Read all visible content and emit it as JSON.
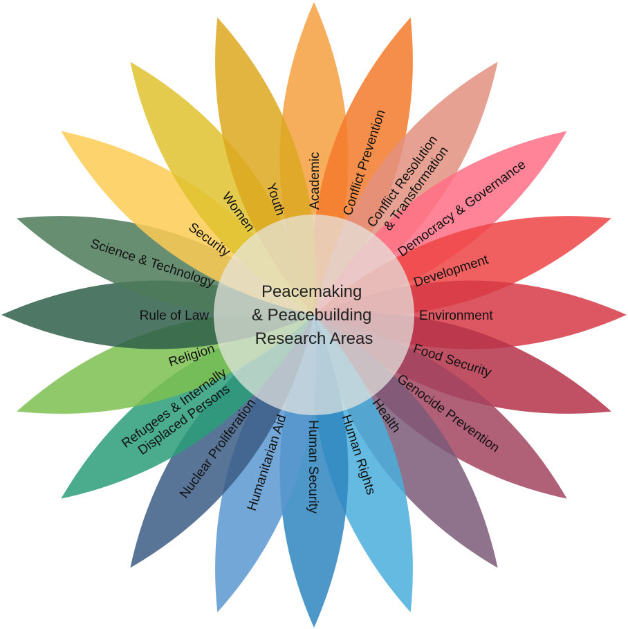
{
  "center": {
    "lines": [
      "Peacemaking",
      "& Peacebuilding",
      "Research Areas"
    ],
    "fill": "#e6e6e0"
  },
  "petals": [
    {
      "label": [
        "Academic"
      ],
      "angle": -90,
      "color": "#F5A040"
    },
    {
      "label": [
        "Conflict Prevention"
      ],
      "angle": -72,
      "color": "#F47A2C"
    },
    {
      "label": [
        "Conflict Resolution",
        "& Transformation"
      ],
      "angle": -54,
      "color": "#E3907F"
    },
    {
      "label": [
        "Democracy & Governance"
      ],
      "angle": -36,
      "color": "#FF6F85"
    },
    {
      "label": [
        "Development"
      ],
      "angle": -18,
      "color": "#EE4444"
    },
    {
      "label": [
        "Environment"
      ],
      "angle": 0,
      "color": "#D63A45"
    },
    {
      "label": [
        "Food Security"
      ],
      "angle": 18,
      "color": "#B5334A"
    },
    {
      "label": [
        "Genocide Prevention"
      ],
      "angle": 36,
      "color": "#A2445F"
    },
    {
      "label": [
        "Health"
      ],
      "angle": 54,
      "color": "#7B5B78"
    },
    {
      "label": [
        "Human Rights"
      ],
      "angle": 72,
      "color": "#4AAEDC"
    },
    {
      "label": [
        "Human Security"
      ],
      "angle": 90,
      "color": "#2E86C0"
    },
    {
      "label": [
        "Humanitarian Aid"
      ],
      "angle": 108,
      "color": "#5B98D0"
    },
    {
      "label": [
        "Nuclear Proliferation"
      ],
      "angle": 126,
      "color": "#3B5C85"
    },
    {
      "label": [
        "Refugees & Internally",
        "Displaced Persons"
      ],
      "angle": 144,
      "color": "#2A9E78"
    },
    {
      "label": [
        "Religion"
      ],
      "angle": 162,
      "color": "#7DC050"
    },
    {
      "label": [
        "Rule of Law"
      ],
      "angle": 180,
      "color": "#2F5F4A"
    },
    {
      "label": [
        "Science & Technology"
      ],
      "angle": 198,
      "color": "#4E7A58"
    },
    {
      "label": [
        "Security"
      ],
      "angle": 216,
      "color": "#FDCB55"
    },
    {
      "label": [
        "Women"
      ],
      "angle": 234,
      "color": "#DFC22E"
    },
    {
      "label": [
        "Youth"
      ],
      "angle": 252,
      "color": "#DDA820"
    }
  ]
}
